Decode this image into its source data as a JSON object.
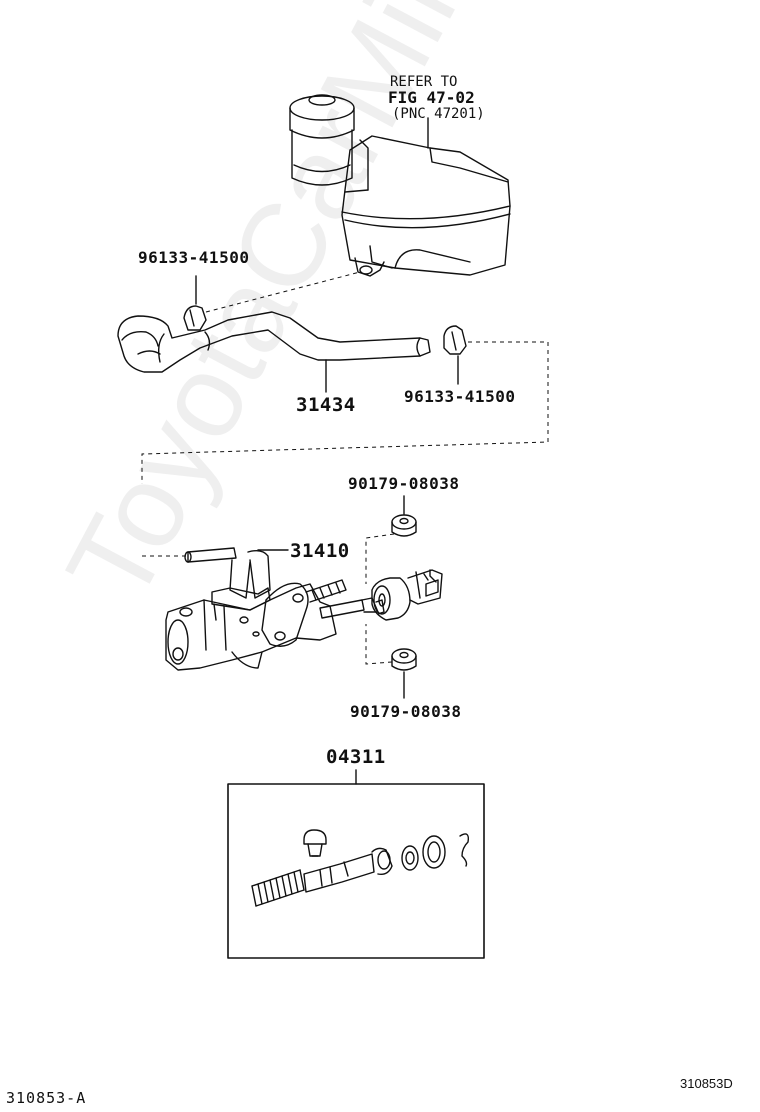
{
  "watermark": "ToyotaCarMine.ru",
  "reference": {
    "line1": "REFER TO",
    "line2": "FIG 47-02",
    "line3": "(PNC 47201)"
  },
  "parts": {
    "clip_upper": "96133-41500",
    "hose": "31434",
    "clip_lower": "96133-41500",
    "grommet_upper": "90179-08038",
    "master_cylinder": "31410",
    "grommet_lower": "90179-08038",
    "repair_kit": "04311"
  },
  "footer": {
    "diagram_code": "310853-A",
    "catalog_code": "310853D"
  }
}
